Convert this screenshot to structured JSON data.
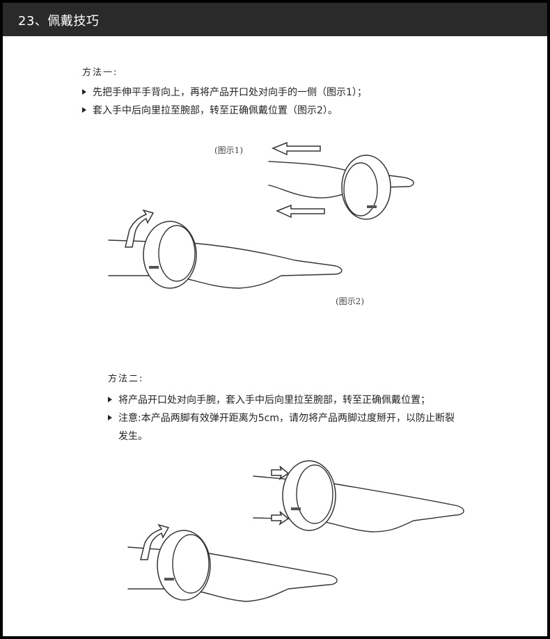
{
  "header": {
    "title": "23、佩戴技巧"
  },
  "method1": {
    "title": "方法一:",
    "bullets": [
      "先把手伸平手背向上，再将产品开口处对向手的一侧（图示1）；",
      "套入手中后向里拉至腕部，转至正确佩戴位置（图示2）。"
    ],
    "figure1_label": "(图示1)",
    "figure2_label": "(图示2)"
  },
  "method2": {
    "title": "方法二:",
    "bullets": [
      "将产品开口处对向手腕，套入手中后向里拉至腕部，转至正确佩戴位置；",
      "注意:本产品两脚有效弹开距离为5cm，请勿将产品两脚过度掰开，以防止断裂"
    ],
    "bullet2_continuation": "发生。"
  }
}
